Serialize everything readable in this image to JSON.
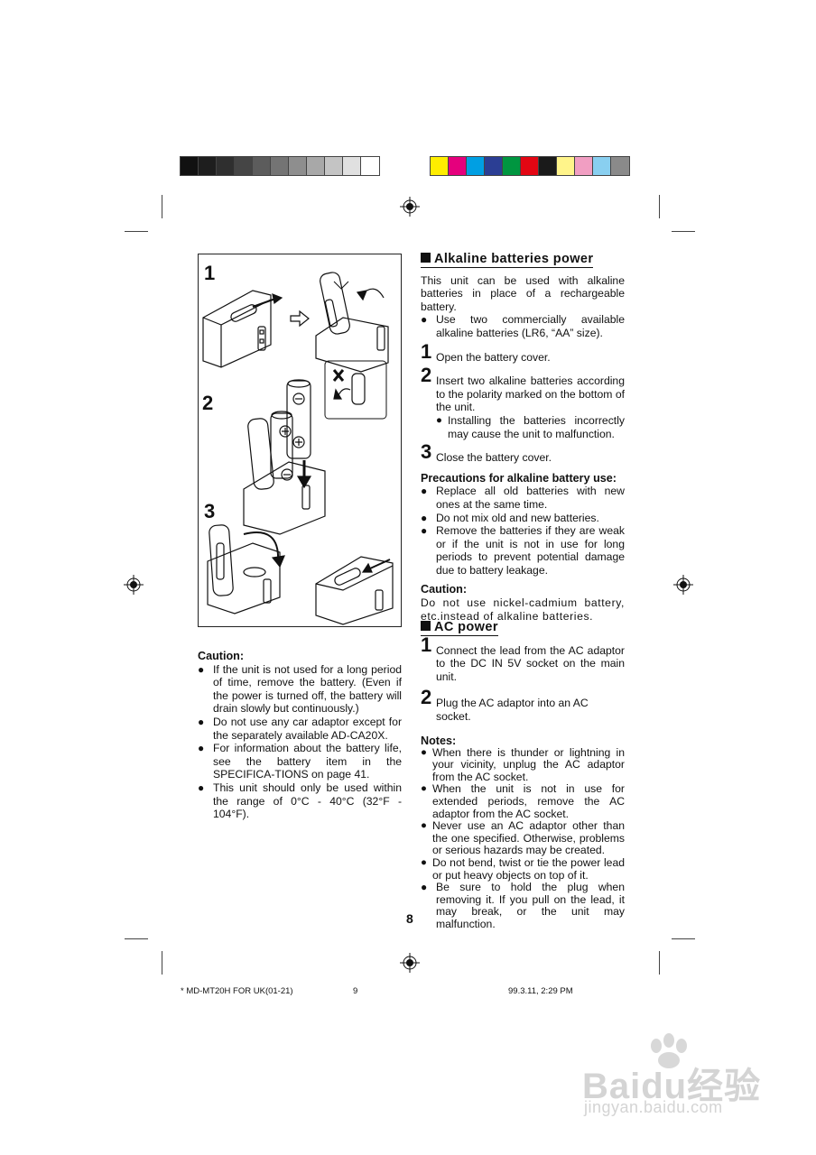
{
  "colors": {
    "gray_bar": [
      "#111111",
      "#1e1e1e",
      "#2f2f2f",
      "#454545",
      "#5c5c5c",
      "#747474",
      "#8e8e8e",
      "#a8a8a8",
      "#c4c4c4",
      "#e0e0e0",
      "#ffffff"
    ],
    "color_bar": [
      "#ffed00",
      "#e5007d",
      "#009fe3",
      "#2b3e94",
      "#009640",
      "#e30613",
      "#1a1a1a",
      "#fff48a",
      "#f19ec2",
      "#89cff0",
      "#8a8a8a"
    ]
  },
  "figure": {
    "step1": "1",
    "step2": "2",
    "step3": "3"
  },
  "left_caution": {
    "title": "Caution:",
    "items": [
      "If the unit is not used for a long period of time, remove the battery. (Even if the power is turned off, the battery will drain slowly but continuously.)",
      "Do not use any car adaptor except for the separately available AD-CA20X.",
      "For information about the battery life, see the battery item in the SPECIFICA-TIONS on page 41.",
      "This unit should only be used within the range of 0°C - 40°C (32°F - 104°F)."
    ]
  },
  "alkaline": {
    "heading": "Alkaline batteries power",
    "intro": "This unit can be used with alkaline batteries in place of a rechargeable battery.",
    "bullet": "Use two commercially available alkaline batteries (LR6, “AA” size).",
    "steps": [
      {
        "num": "1",
        "text": "Open the battery cover."
      },
      {
        "num": "2",
        "text": "Insert two alkaline batteries according to the polarity marked on the bottom of the unit.",
        "sub": "Installing the batteries incorrectly may cause the unit to malfunction."
      },
      {
        "num": "3",
        "text": "Close the battery cover."
      }
    ],
    "precautions_title": "Precautions for alkaline battery use:",
    "precautions": [
      "Replace all old batteries with new ones at the  same time.",
      "Do not mix old and new batteries.",
      "Remove the batteries if they are weak or if the unit is not in use for long periods to prevent potential damage due to battery leakage."
    ],
    "caution_title": "Caution:",
    "caution_text": "Do not use nickel-cadmium battery, etc.instead of alkaline batteries."
  },
  "ac": {
    "heading": "AC power",
    "steps": [
      {
        "num": "1",
        "text": "Connect the lead from the AC adaptor to the DC IN 5V socket on the main unit."
      },
      {
        "num": "2",
        "text": "Plug the AC adaptor into an AC socket."
      }
    ],
    "notes_title": "Notes:",
    "notes": [
      "When there is thunder or lightning in your vicinity, unplug the AC adaptor from the AC socket.",
      "When the unit is not in use for extended periods, remove the AC adaptor from the AC socket.",
      "Never use an AC adaptor other than the one specified. Otherwise, problems or serious hazards may be created.",
      "Do not bend, twist or tie the power lead or put heavy objects on top of it.",
      "Be sure to hold the plug when removing it. If you pull on the lead, it may break, or the unit may malfunction."
    ]
  },
  "page_number": "8",
  "footer": {
    "left": "*  MD-MT20H FOR UK(01-21)",
    "center": "9",
    "right": "99.3.11, 2:29 PM"
  },
  "watermark": {
    "logo": "Baidu经验",
    "url": "jingyan.baidu.com"
  }
}
